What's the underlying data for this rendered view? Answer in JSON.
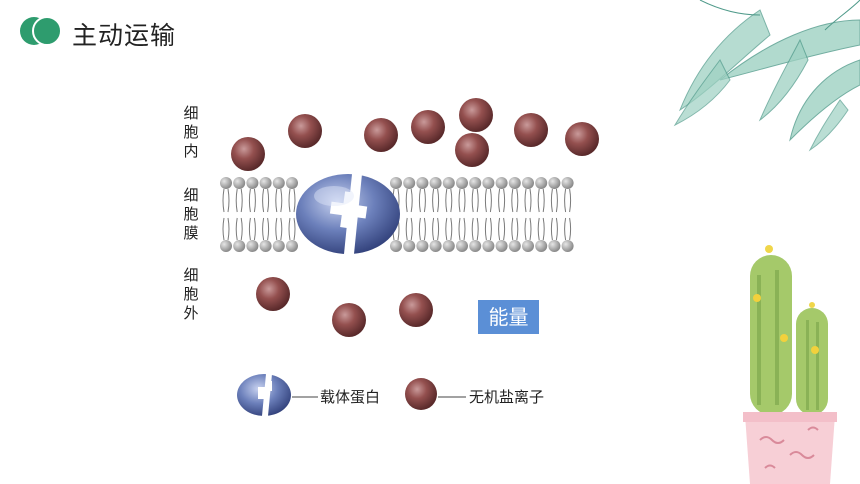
{
  "header": {
    "title": "主动运输"
  },
  "labels": {
    "inside": "细胞内",
    "membrane": "细胞膜",
    "outside": "细胞外"
  },
  "energy_label": "能量",
  "legend": {
    "carrier": "载体蛋白",
    "ion": "无机盐离子"
  },
  "colors": {
    "header_circle": "#2e9c6e",
    "ion": "#8a4a4a",
    "energy_box": "#5b8fd6",
    "carrier": "#5e74b0"
  }
}
